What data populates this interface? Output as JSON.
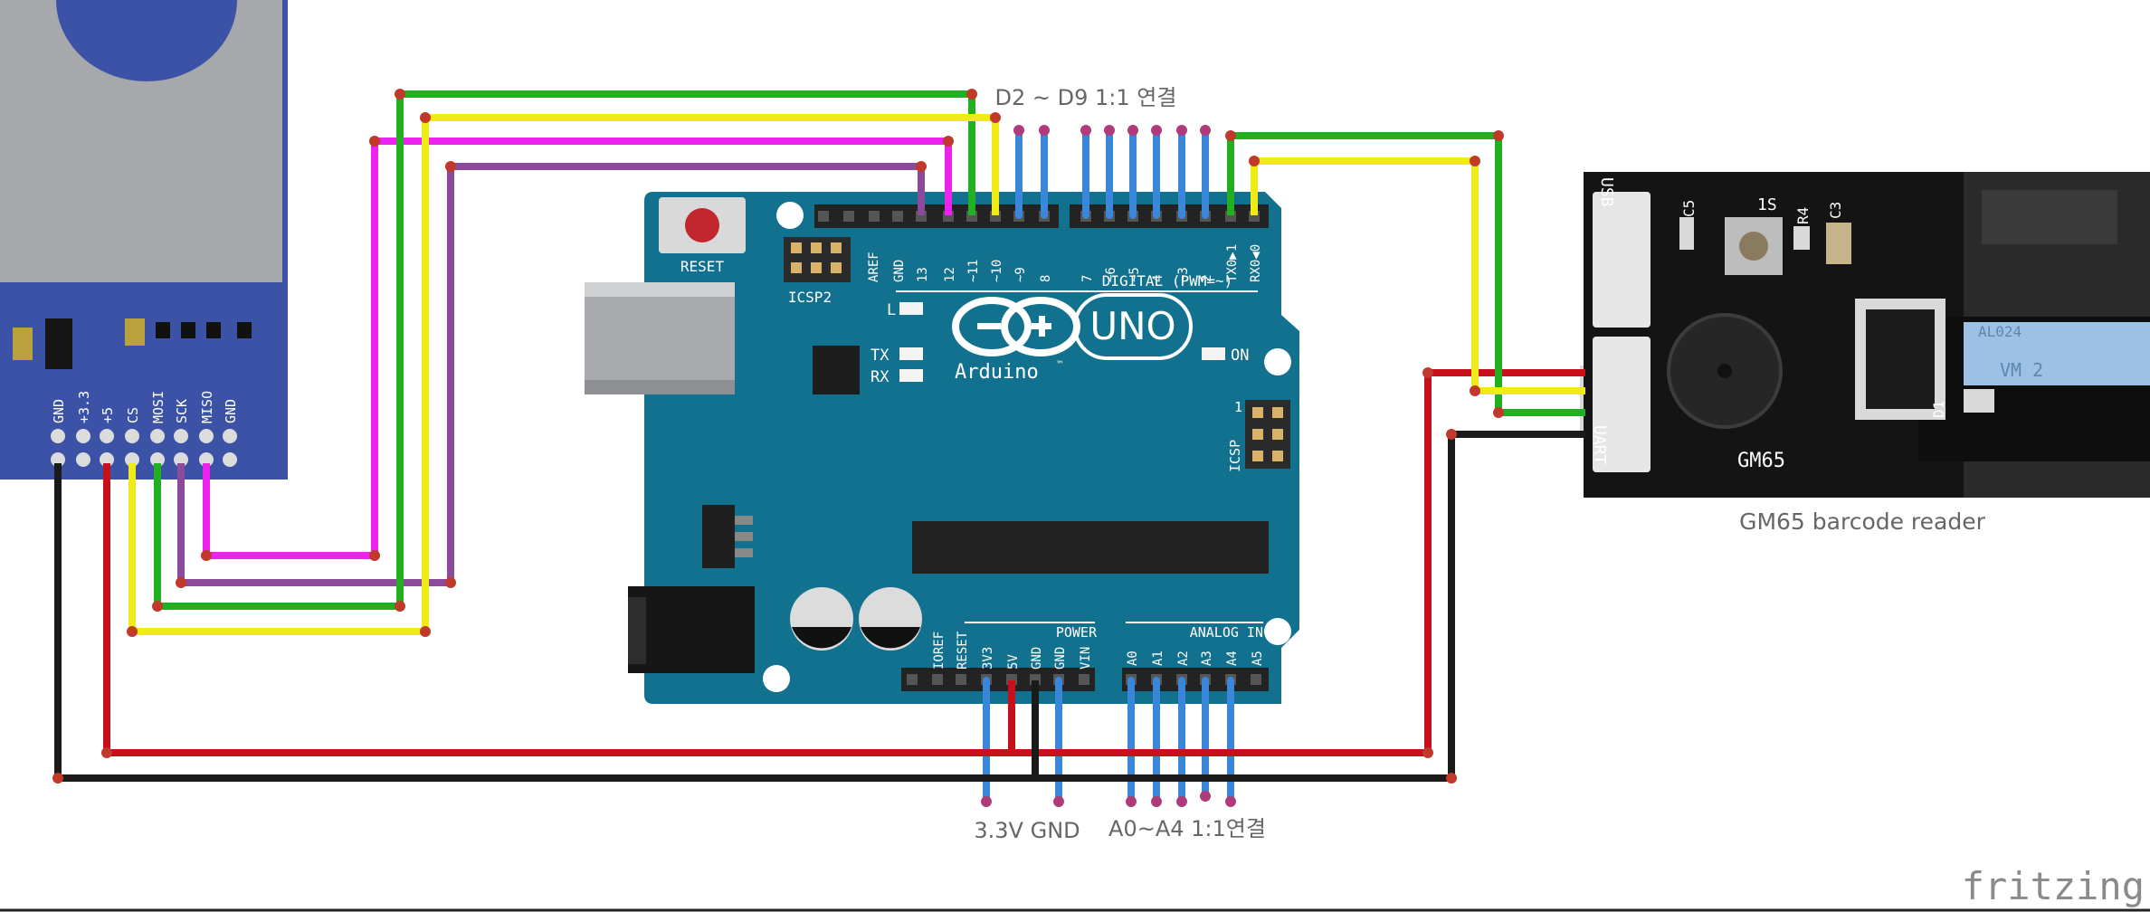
{
  "labels": {
    "digital_pins_note": "D2 ~ D9 1:1 연결",
    "power_note": "3.3V GND",
    "analog_note": "A0~A4 1:1연결",
    "reader_caption": "GM65 barcode reader",
    "brand": "fritzing"
  },
  "sd_module": {
    "pins": [
      "GND",
      "+3.3",
      "+5",
      "CS",
      "MOSI",
      "SCK",
      "MISO",
      "GND"
    ]
  },
  "arduino": {
    "reset_label": "RESET",
    "icsp2_label": "ICSP2",
    "icsp_label": "ICSP",
    "icsp_pin1": "1",
    "brand_text": "Arduino",
    "tm": "™",
    "model": "UNO",
    "on_label": "ON",
    "led_l": "L",
    "led_tx": "TX",
    "led_rx": "RX",
    "digital_header": "DIGITAL (PWM=~)",
    "top_pins": [
      "AREF",
      "GND",
      "13",
      "12",
      "~11",
      "~10",
      "~9",
      "8",
      "7",
      "~6",
      "~5",
      "4",
      "~3",
      "2",
      "TX0▶1",
      "RX0◀0"
    ],
    "power_header": "POWER",
    "power_pins": [
      "IOREF",
      "RESET",
      "3V3",
      "5V",
      "GND",
      "GND",
      "VIN"
    ],
    "analog_header": "ANALOG IN",
    "analog_pins": [
      "A0",
      "A1",
      "A2",
      "A3",
      "A4",
      "A5"
    ]
  },
  "gm65": {
    "labels": [
      "USB",
      "1S",
      "C5",
      "R4",
      "C3",
      "D1",
      "UART",
      "GM65",
      "AL024",
      "VM 2"
    ]
  },
  "colors": {
    "board": "#12718e",
    "sd_board": "#3c52a7",
    "wire_red": "#c8101a",
    "wire_black": "#1a1a1a",
    "wire_green": "#22b022",
    "wire_yellow": "#f0ea16",
    "wire_magenta": "#ee22ee",
    "wire_purple": "#8c4a9a",
    "wire_blue": "#3a86d8"
  }
}
